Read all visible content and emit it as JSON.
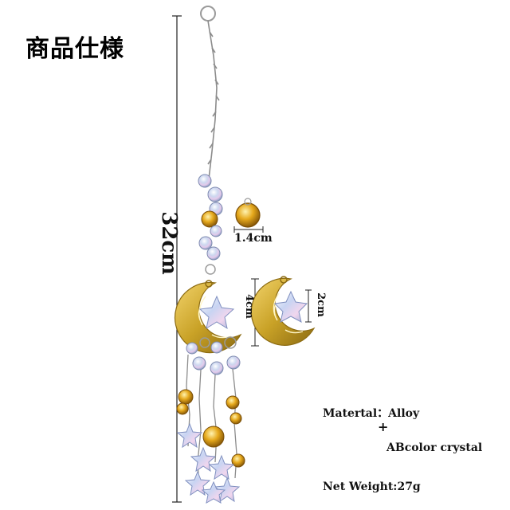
{
  "heading": "商品仕様",
  "dimensions": {
    "length": "32cm",
    "bead": "1.4cm",
    "moon_height": "4cm",
    "star_height": "2cm"
  },
  "material": {
    "label": "Matertal：Alloy",
    "plus": "+",
    "crystal": "ABcolor crystal"
  },
  "weight": "Net Weight:27g",
  "colors": {
    "gold": "#c9a227",
    "amber": "#e0a21a",
    "chain": "#9a9a9a",
    "crystal": "#b9c8e6"
  }
}
